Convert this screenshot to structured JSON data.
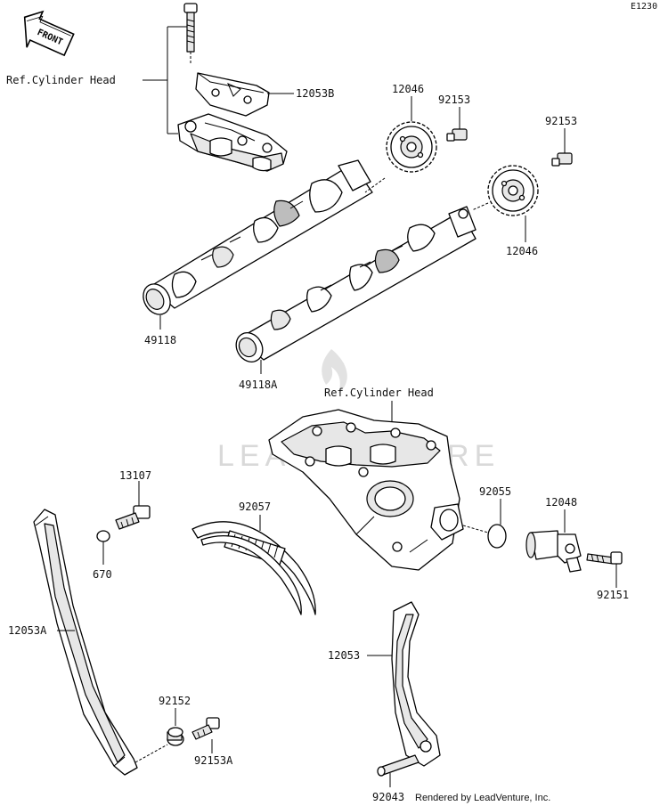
{
  "diagram_code": "E1230",
  "front_arrow_label": "FRONT",
  "watermark": "LEADVENTURE",
  "credit": "Rendered by LeadVenture, Inc.",
  "ref_labels": {
    "top": "Ref.Cylinder Head",
    "middle": "Ref.Cylinder Head"
  },
  "part_labels": {
    "p12053B": "12053B",
    "p12046_top": "12046",
    "p92153_top": "92153",
    "p92153_right": "92153",
    "p12046_right": "12046",
    "p49118": "49118",
    "p49118A": "49118A",
    "p13107": "13107",
    "p670": "670",
    "p92057": "92057",
    "p92055": "92055",
    "p12048": "12048",
    "p92151": "92151",
    "p12053A": "12053A",
    "p12053": "12053",
    "p92152": "92152",
    "p92153A": "92153A",
    "p92043": "92043"
  }
}
